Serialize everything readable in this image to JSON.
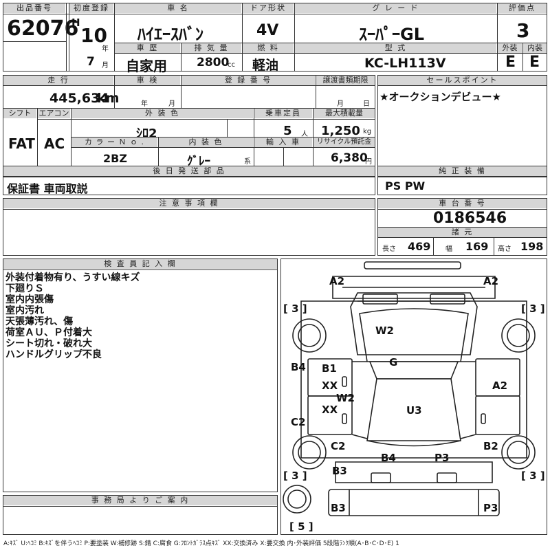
{
  "header": {
    "lot_label": "出品番号",
    "lot_value": "62076",
    "first_reg_label": "初度登録",
    "era": "H",
    "year": "10",
    "year_unit": "年",
    "month": "7",
    "month_unit": "月",
    "car_name_label": "車 名",
    "car_name": "ﾊｲｴｰｽﾊﾞﾝ",
    "door_label": "ドア形状",
    "door_value": "4V",
    "grade_label": "グ レ ー ド",
    "grade_value": "ｽｰﾊﾟｰGL",
    "score_label": "評価点",
    "score_value": "3",
    "history_label": "車 歴",
    "history_value": "自家用",
    "displacement_label": "排 気 量",
    "displacement_value": "2800",
    "displacement_unit": "cc",
    "fuel_label": "燃 料",
    "fuel_value": "軽油",
    "model_label": "型 式",
    "model_value": "KC-LH113V",
    "exterior_label": "外装",
    "exterior_value": "E",
    "interior_label": "内装",
    "interior_value": "E"
  },
  "row2": {
    "mileage_label": "走 行",
    "mileage_value": "445,634",
    "mileage_unit": "km",
    "inspection_label": "車 検",
    "inspection_year": "年",
    "inspection_month": "月",
    "plate_label": "登 録 番 号",
    "transfer_label": "譲渡書類期限",
    "transfer_month": "月",
    "transfer_day": "日",
    "selling_label": "セールスポイント",
    "selling_value": "★オークションデビュー★",
    "shift_label": "シフト",
    "shift_value": "FAT",
    "ac_label": "エアコン",
    "ac_value": "AC",
    "ext_color_label": "外 装 色",
    "ext_color_value": "ｼﾛ2",
    "capacity_label": "乗車定員",
    "capacity_value": "5",
    "capacity_unit": "人",
    "load_label": "最大積載量",
    "load_value": "1,250",
    "load_unit": "kg",
    "color_no_label": "カ ラ ー Ｎ ｏ .",
    "color_no_value": "2BZ",
    "int_color_label": "内 装 色",
    "int_color_value": "ｸﾞﾚｰ",
    "int_color_unit": "系",
    "import_label": "輸 入 車",
    "recycle_label": "リサイクル預託金",
    "recycle_value": "6,380",
    "recycle_unit": "円"
  },
  "later_parts": {
    "label": "後 日 発 送 部 品",
    "value": "保証書 車両取説"
  },
  "genuine": {
    "label": "純 正 装 備",
    "value": "PS PW"
  },
  "caution": {
    "label": "注 意 事 項 欄"
  },
  "chassis": {
    "label": "車 台 番 号",
    "value": "0186546"
  },
  "specs": {
    "label": "諸 元",
    "length_label": "長さ",
    "length_value": "469",
    "width_label": "幅",
    "width_value": "169",
    "height_label": "高さ",
    "height_value": "198"
  },
  "inspector": {
    "label": "検 査 員 記 入 欄",
    "lines": [
      "外装付着物有り、うすい線キズ",
      "下廻りＳ",
      "室内内張傷",
      "室内汚れ",
      "天張薄汚れ、傷",
      "荷室ＡＵ、Ｐ付着大",
      "シート切れ・破れ大",
      "ハンドルグリップ不良"
    ]
  },
  "office": {
    "label": "事 務 局 よ り ご 案 内"
  },
  "diagram": {
    "a2_top_left": "A2",
    "a2_top_right": "A2",
    "tire_fl": "[ 3 ]",
    "tire_fr": "[ 3 ]",
    "tire_rl": "[ 3 ]",
    "tire_rr": "[ 3 ]",
    "spare": "[ 5 ]",
    "w2_windshield": "W2",
    "g_roof": "G",
    "b4_left": "B4",
    "b1": "B1",
    "xx_front": "XX",
    "w2_side": "W2",
    "xx_rear": "XX",
    "a2_right": "A2",
    "c2_left": "C2",
    "u3": "U3",
    "c2_rear_left": "C2",
    "b2_right": "B2",
    "b4_rear": "B4",
    "p3_rear": "P3",
    "b3_left": "B3",
    "b3_bottom": "B3",
    "p3_bottom": "P3"
  },
  "legend": "A:ｷｽﾞ U:ﾍｺﾐ B:ｷｽﾞを伴うﾍｺﾐ P:要塗装 W:補修跡 S:錆 C:腐食 G:ﾌﾛﾝﾄｶﾞﾗｽ点ｷｽﾞ XX:交換済み X:要交換 内･外装評価 5段階ﾗﾝｸ順(A･B･C･D･E) 1"
}
